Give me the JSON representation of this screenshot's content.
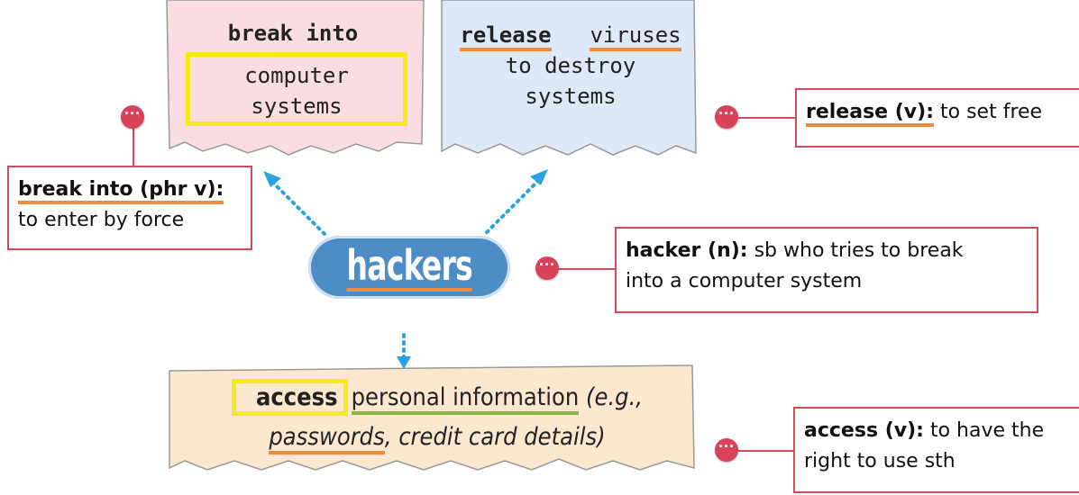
{
  "cards": {
    "break_into": {
      "line1": "break into",
      "line2": "computer",
      "line3": "systems"
    },
    "release": {
      "word1": "release",
      "word2": "viruses",
      "line2": "to destroy",
      "line3": "systems"
    },
    "access": {
      "word1": "access",
      "phrase": "personal information",
      "eg": "(e.g.,",
      "passwords": "passwords",
      "rest": ", credit card details)"
    }
  },
  "center": {
    "label": "hackers"
  },
  "definitions": {
    "release": {
      "term": "release (v):",
      "meaning": "to set free"
    },
    "break_into": {
      "term": "break into (phr v):",
      "meaning": "to enter by force"
    },
    "hacker": {
      "term": "hacker (n):",
      "meaning": "sb who tries to break",
      "meaning2": "into a computer system"
    },
    "access": {
      "term": "access (v):",
      "meaning": "to have the",
      "meaning2": "right to use sth"
    }
  },
  "colors": {
    "pink_card": "#f9dde0",
    "blue_card": "#dde9f6",
    "peach_card": "#fbe8cf",
    "accent_red": "#d24a60",
    "arrow_blue": "#2aa3e0",
    "highlight_yellow": "#f7ea1a",
    "underline_orange": "#ef8a3e",
    "underline_green": "#8bb548"
  },
  "icons": {
    "more_dots": "ellipsis-dot-icon",
    "arrows": "dotted-arrow-icon"
  }
}
